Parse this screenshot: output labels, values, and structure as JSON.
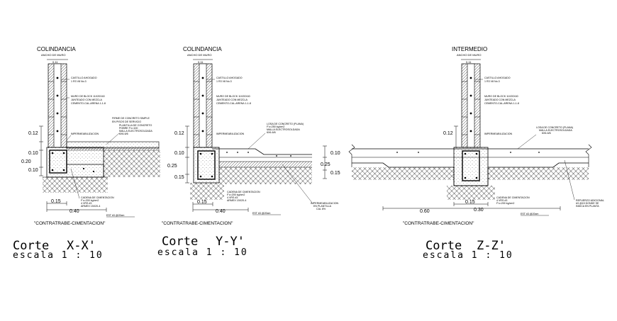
{
  "sections": [
    {
      "heading": "COLINDANCIA",
      "wall_label": "ANCHO DE MURO",
      "wall_width": "0.11",
      "notes": {
        "castillo": [
          "CASTILLO AHOGADO",
          "1 R3 V8 No.3"
        ],
        "muro": [
          "MURO DE BLOCK 11X20X40",
          "JUNTEADO CON MEZCLA",
          "CEMENTO-CAL-ARENA 1-1-8"
        ],
        "impermeabilizacion": "IMPERMEABILIZACION",
        "firme": [
          "FIRME DE CONCRETO SIMPLE",
          "EN PISOS DE SERVICIO"
        ],
        "plantilla": [
          "PLANTILLA DE CONCRETO",
          "POBRE F'c=100",
          "MALLA ELECTROSOLDADA",
          "6X6-6/6"
        ],
        "cadena": [
          "CADENA DE CIMENTACION",
          "F'c=200 kg/cm2",
          "4 VRS #3",
          "ARMEX 15X20-4"
        ],
        "estribos": "EST #3 @20cm"
      },
      "dims_left": [
        "0.12",
        "0.10",
        "0.20",
        "0.10"
      ],
      "dims_bottom": [
        "0.15",
        "0.40"
      ],
      "caption": "\"CONTRATRABE-CIMENTACION\"",
      "title_word": "Corte",
      "title_id": "X-X'",
      "scale_text": "escala 1 : 10"
    },
    {
      "heading": "COLINDANCIA",
      "wall_label": "ANCHO DE MURO",
      "wall_width": "0.11",
      "notes": {
        "castillo": [
          "CASTILLO AHOGADO",
          "1 R3 V8 No.3"
        ],
        "muro": [
          "MURO DE BLOCK 11X20X40",
          "JUNTEADO CON MEZCLA",
          "CEMENTO-CAL-ARENA 1-1-8"
        ],
        "impermeabilizacion": "IMPERMEABILIZACION",
        "losa": [
          "LOSA DE CONCRETO (PLANA)",
          "F'c=250 kg/cm2",
          "MALLA ELECTROSOLDADA",
          "6X6-6/6"
        ],
        "cadena": [
          "CADENA DE CIMENTACION",
          "F'c=200 kg/cm2",
          "4 VRS #3",
          "ARMEX 15X20-4"
        ],
        "estribos": "EST #3 @20cm",
        "impermeabilizacion_plantilla": [
          "IMPERMEABILIZACION",
          "EN PLANTILLA",
          "CAL 6%"
        ]
      },
      "dims_left": [
        "0.12",
        "0.10",
        "0.25",
        "0.15"
      ],
      "dims_right": [
        "0.10",
        "0.25",
        "0.15"
      ],
      "dims_bottom": [
        "0.15",
        "0.40"
      ],
      "caption": "\"CONTRATRABE-CIMENTACION\"",
      "title_word": "Corte",
      "title_id": "Y-Y'",
      "scale_text": "escala 1 : 10"
    },
    {
      "heading": "INTERMEDIO",
      "wall_label": "ANCHO DE MURO",
      "wall_width": "0.11",
      "notes": {
        "castillo": [
          "CASTILLO AHOGADO",
          "1 R3 V8 No.3"
        ],
        "muro": [
          "MURO DE BLOCK 11X20X40",
          "JUNTEADO CON MEZCLA",
          "CEMENTO-CAL-ARENA 1-1-8"
        ],
        "impermeabilizacion": "IMPERMEABILIZACION",
        "losa": [
          "LOSA DE CONCRETO (PLANA)",
          "MALLA ELECTROSOLDADA",
          "6X6-6/6"
        ],
        "cadena": [
          "CADENA DE CIMENTACION",
          "4 VRS #3",
          "F'c=200 kg/cm2"
        ],
        "estribos": "EST #3 @20cm",
        "refuerzo": [
          "REFUERZO ADICIONAL",
          "#3 @15 DONDE SE",
          "INDICA EN PLANTA"
        ]
      },
      "dims_left": [
        "0.12"
      ],
      "dims_bottom": [
        "0.15",
        "0.30",
        "0.60"
      ],
      "caption": "\"CONTRATRABE-CIMENTACION\"",
      "title_word": "Corte",
      "title_id": "Z-Z'",
      "scale_text": "escala 1 : 10"
    }
  ],
  "colors": {
    "ink": "#000000",
    "paper": "#ffffff"
  }
}
